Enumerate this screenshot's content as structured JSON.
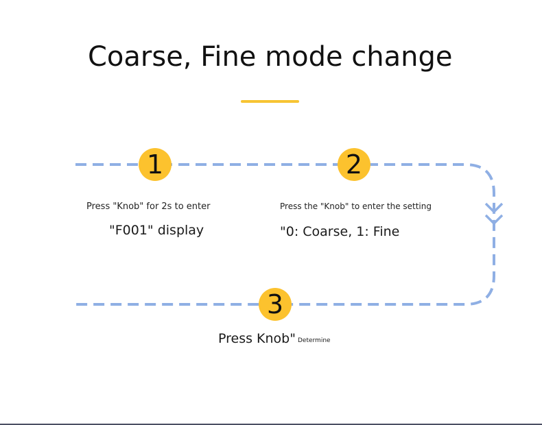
{
  "title": "Coarse, Fine mode change",
  "colors": {
    "accent": "#fcc22e",
    "path": "#8fafe4",
    "text": "#1a1a1a"
  },
  "steps": [
    {
      "number": "1",
      "instruction": "Press \"Knob\" for 2s to enter",
      "result": "\"F001\" display"
    },
    {
      "number": "2",
      "instruction": "Press the \"Knob\" to enter the setting",
      "result": "\"0: Coarse, 1: Fine"
    },
    {
      "number": "3",
      "result": "Press Knob\"",
      "note": "Determine"
    }
  ]
}
